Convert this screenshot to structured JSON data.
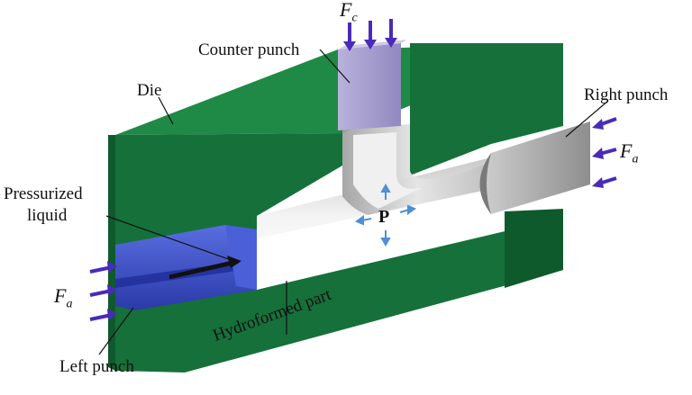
{
  "labels": {
    "counter_punch": "Counter punch",
    "die": "Die",
    "right_punch": "Right punch",
    "pressurized_liquid_line1": "Pressurized",
    "pressurized_liquid_line2": "liquid",
    "pressure": "P",
    "left_punch": "Left punch",
    "hydroformed_part": "Hydroformed part"
  },
  "forces": {
    "counter": {
      "symbol": "F",
      "subscript": "c"
    },
    "axial_right": {
      "symbol": "F",
      "subscript": "a"
    },
    "axial_left": {
      "symbol": "F",
      "subscript": "a"
    }
  },
  "colors": {
    "die_top": "#1f8a45",
    "die_front": "#16703a",
    "die_side": "#0f5a2d",
    "counter_punch": "#a8a0cc",
    "right_punch": "#a9a9a9",
    "left_punch": "#3a4fc8",
    "force_arrow": "#4a2bb8",
    "pressure_arrow": "#4e8fd6"
  }
}
